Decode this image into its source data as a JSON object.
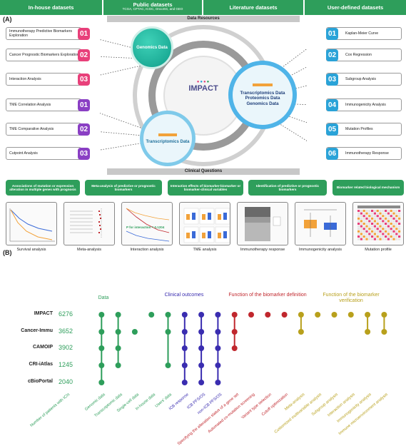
{
  "header": {
    "tabs": [
      {
        "label": "In-house datasets",
        "sub": ""
      },
      {
        "label": "Public datasets",
        "sub": "TCGA, CPTAC, ICGC, OncoSG, and GEO"
      },
      {
        "label": "Literature datasets",
        "sub": ""
      },
      {
        "label": "User-defined datasets",
        "sub": ""
      }
    ]
  },
  "panelA": {
    "letter": "(A)",
    "data_resources": "Data Resources",
    "clinical_questions": "Clinical Questions",
    "center_title": "IMPACT",
    "bubbles": {
      "genomics": "Genomics Data",
      "transcriptomics": "Transcriptomics Data",
      "multi": "Transcriptomics Data Proteomics Data Genomics Data"
    },
    "left_items": [
      {
        "num": "01",
        "label": "Immunotherapy Predictive Biomarkers Exploration",
        "color": "#e8407a"
      },
      {
        "num": "02",
        "label": "Cancer Prognostic Biomarkers Exploration",
        "color": "#e8407a"
      },
      {
        "num": "03",
        "label": "Interaction Analysis",
        "color": "#e8407a"
      },
      {
        "num": "01",
        "label": "TME Correlation Analysis",
        "color": "#8a3fc4"
      },
      {
        "num": "02",
        "label": "TME Comparative Analysis",
        "color": "#8a3fc4"
      },
      {
        "num": "03",
        "label": "Cutpoint Analysis",
        "color": "#8a3fc4"
      }
    ],
    "right_items": [
      {
        "num": "01",
        "label": "Kaplan-Meier Curve",
        "color": "#2aa3d8"
      },
      {
        "num": "02",
        "label": "Cox Regression",
        "color": "#2aa3d8"
      },
      {
        "num": "03",
        "label": "Subgroup Analysis",
        "color": "#2aa3d8"
      },
      {
        "num": "04",
        "label": "Immunogenicity Analysis",
        "color": "#2aa3d8"
      },
      {
        "num": "05",
        "label": "Mutation Profiles",
        "color": "#2aa3d8"
      },
      {
        "num": "06",
        "label": "Immunotherapy Response",
        "color": "#2aa3d8"
      }
    ],
    "questions": [
      "Associations of mutation or expression alteration in multiple genes with prognosis",
      "Meta-analysis of predictive or prognostic biomarkers",
      "Interaction effects of biomarker-biomarker or biomarker-clinical variables",
      "Identification of predictive or prognostic biomarkers",
      "Biomarker related biological mechanism"
    ],
    "thumbnails": [
      "Survival analysis",
      "Meta-analysis",
      "Interaction analysis",
      "TME analysis",
      "Immunotherapy response",
      "Immunogenicity analysis",
      "Mutation profile"
    ],
    "interaction_note": "P for interaction = 0.1204"
  },
  "panelB": {
    "letter": "(B)",
    "categories": [
      {
        "label": "Data",
        "color": "#2e9e5b"
      },
      {
        "label": "Clinical outcomes",
        "color": "#3a2db0"
      },
      {
        "label": "Function of the biomarker definition",
        "color": "#c0272d"
      },
      {
        "label": "Function of the biomarker verification",
        "color": "#b8a01c"
      }
    ],
    "rows": [
      {
        "name": "IMPACT",
        "count": "6276"
      },
      {
        "name": "Cancer-Immu",
        "count": "3652"
      },
      {
        "name": "CAMOIP",
        "count": "3902"
      },
      {
        "name": "CRI-iAtlas",
        "count": "1245"
      },
      {
        "name": "cBioPortal",
        "count": "2040"
      }
    ],
    "columns": [
      {
        "label": "Number of patients with ICIs",
        "group": 0
      },
      {
        "label": "Genomic data",
        "group": 0
      },
      {
        "label": "Transcriptomic data",
        "group": 0
      },
      {
        "label": "Single-cell data",
        "group": 0
      },
      {
        "label": "In-house data",
        "group": 0
      },
      {
        "label": "Users' data",
        "group": 0
      },
      {
        "label": "ICB response",
        "group": 1
      },
      {
        "label": "ICB PFS/OS",
        "group": 1
      },
      {
        "label": "non-ICB PFS/OS",
        "group": 1
      },
      {
        "label": "Specifying the alteration status of a gene set",
        "group": 2
      },
      {
        "label": "Automated co-mutation screening",
        "group": 2
      },
      {
        "label": "Variant type selection",
        "group": 2
      },
      {
        "label": "Cutoff optimization",
        "group": 2
      },
      {
        "label": "Meta-analysis",
        "group": 3
      },
      {
        "label": "Customized multivariable analysis",
        "group": 3
      },
      {
        "label": "Subgroup analysis",
        "group": 3
      },
      {
        "label": "Interaction analysis",
        "group": 3
      },
      {
        "label": "Immunogenicity analysis",
        "group": 3
      },
      {
        "label": "Immune microenvironment analysis",
        "group": 3
      }
    ],
    "matrix": [
      [
        0,
        1,
        1,
        0,
        1,
        1,
        1,
        1,
        1,
        1,
        1,
        1,
        1,
        1,
        1,
        1,
        1,
        1,
        1
      ],
      [
        0,
        1,
        1,
        1,
        0,
        1,
        1,
        1,
        1,
        1,
        0,
        0,
        0,
        1,
        0,
        0,
        0,
        1,
        1
      ],
      [
        0,
        1,
        1,
        0,
        0,
        0,
        1,
        1,
        1,
        1,
        0,
        0,
        0,
        0,
        0,
        0,
        0,
        0,
        0
      ],
      [
        0,
        1,
        1,
        0,
        0,
        1,
        1,
        1,
        1,
        0,
        0,
        0,
        0,
        0,
        0,
        0,
        0,
        0,
        0
      ],
      [
        0,
        1,
        0,
        0,
        0,
        0,
        1,
        1,
        1,
        0,
        0,
        0,
        0,
        0,
        0,
        0,
        0,
        0,
        0
      ]
    ],
    "group_colors": [
      "#2e9e5b",
      "#3a2db0",
      "#c0272d",
      "#b8a01c"
    ]
  }
}
